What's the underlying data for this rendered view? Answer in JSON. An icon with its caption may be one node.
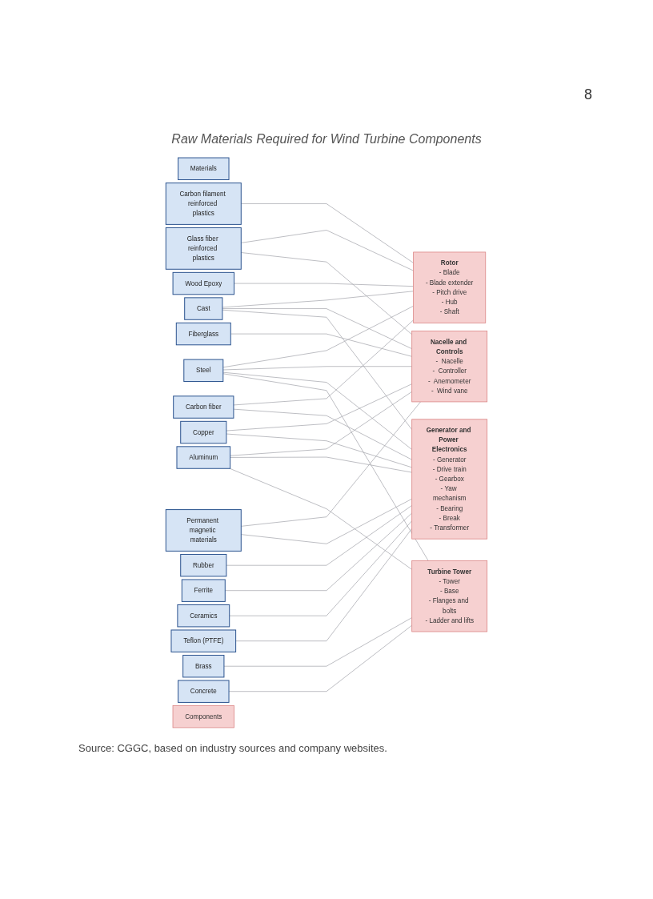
{
  "diagram": {
    "title": "Raw Materials Required for Wind Turbine Components",
    "caption": "Source: CGGC, based on industry sources and company websites.",
    "nodes": [
      {
        "text": [
          "Materials"
        ]
      },
      {
        "text": [
          "Steel"
        ]
      },
      {
        "text": [
          "Cast"
        ]
      },
      {
        "text": [
          "Glass fiber reinforced plastics"
        ]
      },
      {
        "text": [
          "Carbon filament reinforced plastics"
        ]
      },
      {
        "text": [
          "Fiberglass"
        ]
      },
      {
        "text": [
          "Aluminum"
        ]
      },
      {
        "text": [
          "Copper"
        ]
      },
      {
        "text": [
          "Carbon fiber"
        ]
      },
      {
        "text": [
          "Rubber"
        ]
      },
      {
        "text": [
          "Wood Epoxy"
        ]
      },
      {
        "text": [
          "Ferrite"
        ]
      },
      {
        "text": [
          "Brass"
        ]
      },
      {
        "text": [
          "Ceramics"
        ]
      },
      {
        "text": [
          "Permanent magnetic materials"
        ]
      },
      {
        "text": [
          "Concrete"
        ]
      },
      {
        "text": [
          "Teflon (PTFE)"
        ]
      },
      {
        "text": [
          "Components"
        ]
      },
      {
        "text": [
          "Rotor",
          "- Blade",
          "- Blade extender",
          "- Pitch drive",
          "- Hub",
          "- Shaft"
        ]
      },
      {
        "text": [
          "Nacelle and Controls",
          "-  Nacelle",
          "-  Controller",
          "-  Anemometer",
          "-  Wind vane"
        ]
      },
      {
        "text": [
          "Generator and Power Electronics",
          "- Generator",
          "- Drive train",
          "- Gearbox",
          "- Yaw mechanism",
          "- Bearing",
          "- Break",
          "- Transformer"
        ]
      },
      {
        "text": [
          "Turbine Tower",
          "- Tower",
          "- Base",
          "- Flanges and bolts",
          "- Ladder and lifts"
        ]
      }
    ],
    "edges": [
      {
        "from": 1,
        "to": 18,
        "arrow": "none"
      },
      {
        "from": 1,
        "to": 19,
        "arrow": "none"
      },
      {
        "from": 1,
        "to": 20,
        "arrow": "none"
      },
      {
        "from": 1,
        "to": 21,
        "arrow": "none"
      },
      {
        "from": 2,
        "to": 18,
        "arrow": "none"
      },
      {
        "from": 2,
        "to": 19,
        "arrow": "none"
      },
      {
        "from": 2,
        "to": 20,
        "arrow": "none"
      },
      {
        "from": 3,
        "to": 18,
        "arrow": "none"
      },
      {
        "from": 3,
        "to": 19,
        "arrow": "none"
      },
      {
        "from": 4,
        "to": 18,
        "arrow": "none"
      },
      {
        "from": 5,
        "to": 19,
        "arrow": "none"
      },
      {
        "from": 6,
        "to": 19,
        "arrow": "none"
      },
      {
        "from": 6,
        "to": 20,
        "arrow": "none"
      },
      {
        "from": 6,
        "to": 21,
        "arrow": "none"
      },
      {
        "from": 7,
        "to": 19,
        "arrow": "none"
      },
      {
        "from": 7,
        "to": 20,
        "arrow": "none"
      },
      {
        "from": 8,
        "to": 18,
        "arrow": "none"
      },
      {
        "from": 8,
        "to": 20,
        "arrow": "none"
      },
      {
        "from": 9,
        "to": 20,
        "arrow": "none"
      },
      {
        "from": 10,
        "to": 18,
        "arrow": "none"
      },
      {
        "from": 11,
        "to": 20,
        "arrow": "none"
      },
      {
        "from": 12,
        "to": 21,
        "arrow": "none"
      },
      {
        "from": 13,
        "to": 20,
        "arrow": "none"
      },
      {
        "from": 14,
        "to": 19,
        "arrow": "none"
      },
      {
        "from": 14,
        "to": 20,
        "arrow": "none"
      },
      {
        "from": 15,
        "to": 21,
        "arrow": "none"
      },
      {
        "from": 16,
        "to": 20,
        "arrow": "none"
      }
    ],
    "labels": [
      "8"
    ]
  }
}
